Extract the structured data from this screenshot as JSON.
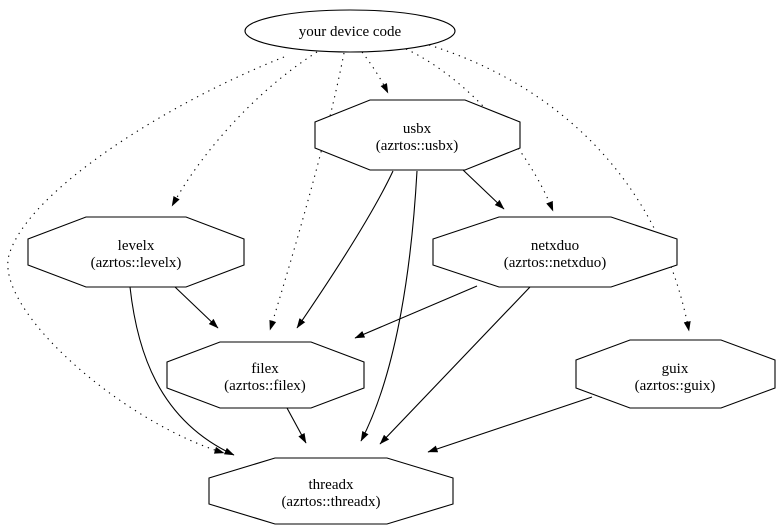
{
  "diagram": {
    "type": "dependency-graph",
    "colors": {
      "background": "#ffffff",
      "stroke": "#000000",
      "text": "#000000"
    },
    "nodes": [
      {
        "id": "device-code",
        "shape": "ellipse",
        "label": "your device code",
        "sublabel": ""
      },
      {
        "id": "usbx",
        "shape": "octagon",
        "label": "usbx",
        "sublabel": "(azrtos::usbx)"
      },
      {
        "id": "levelx",
        "shape": "octagon",
        "label": "levelx",
        "sublabel": "(azrtos::levelx)"
      },
      {
        "id": "netxduo",
        "shape": "octagon",
        "label": "netxduo",
        "sublabel": "(azrtos::netxduo)"
      },
      {
        "id": "filex",
        "shape": "octagon",
        "label": "filex",
        "sublabel": "(azrtos::filex)"
      },
      {
        "id": "guix",
        "shape": "octagon",
        "label": "guix",
        "sublabel": "(azrtos::guix)"
      },
      {
        "id": "threadx",
        "shape": "octagon",
        "label": "threadx",
        "sublabel": "(azrtos::threadx)"
      }
    ],
    "edges": [
      {
        "from": "device-code",
        "to": "usbx",
        "style": "dotted"
      },
      {
        "from": "device-code",
        "to": "levelx",
        "style": "dotted"
      },
      {
        "from": "device-code",
        "to": "netxduo",
        "style": "dotted"
      },
      {
        "from": "device-code",
        "to": "filex",
        "style": "dotted"
      },
      {
        "from": "device-code",
        "to": "guix",
        "style": "dotted"
      },
      {
        "from": "device-code",
        "to": "threadx",
        "style": "dotted"
      },
      {
        "from": "usbx",
        "to": "netxduo",
        "style": "solid"
      },
      {
        "from": "usbx",
        "to": "filex",
        "style": "solid"
      },
      {
        "from": "usbx",
        "to": "threadx",
        "style": "solid"
      },
      {
        "from": "levelx",
        "to": "filex",
        "style": "solid"
      },
      {
        "from": "levelx",
        "to": "threadx",
        "style": "solid"
      },
      {
        "from": "netxduo",
        "to": "filex",
        "style": "solid"
      },
      {
        "from": "netxduo",
        "to": "threadx",
        "style": "solid"
      },
      {
        "from": "filex",
        "to": "threadx",
        "style": "solid"
      },
      {
        "from": "guix",
        "to": "threadx",
        "style": "solid"
      }
    ]
  }
}
